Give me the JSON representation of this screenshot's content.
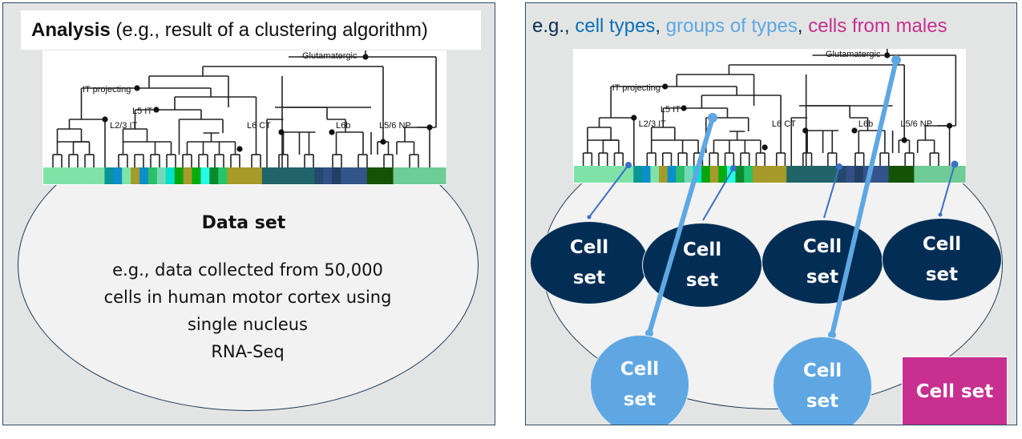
{
  "left_panel": {
    "title_bold": "Analysis",
    "title_rest": " (e.g., result of a clustering algorithm)",
    "dataset_heading": "Data set",
    "dataset_lines": [
      "e.g., data collected from 50,000",
      "cells in human motor cortex using",
      "single nucleus",
      "RNA-Seq"
    ]
  },
  "right_panel": {
    "title_parts": [
      {
        "text": "e.g., ",
        "color": "#0b2d4f"
      },
      {
        "text": "cell types",
        "color": "#0b6fb5"
      },
      {
        "text": ", ",
        "color": "#0b2d4f"
      },
      {
        "text": "groups of types",
        "color": "#5ea7e3"
      },
      {
        "text": ", ",
        "color": "#0b2d4f"
      },
      {
        "text": "cells from males",
        "color": "#c7308f"
      }
    ],
    "cell_sets_dark": [
      "Cell\nset",
      "Cell\nset",
      "Cell\nset",
      "Cell\nset"
    ],
    "cell_sets_light": [
      "Cell\nset",
      "Cell\nset"
    ],
    "cell_set_magenta": "Cell set"
  },
  "dendrogram": {
    "labels": {
      "root": "Glutamatergic",
      "it_projecting": "IT projecting",
      "l5_it": "L5 IT",
      "l23_it": "L2/3 IT",
      "l6_ct": "L6 CT",
      "l6b": "L6b",
      "l56_np": "L5/6 NP"
    },
    "color_strip": [
      "#7fe3a8",
      "#7fe3a8",
      "#7fe3a8",
      "#7fe3a8",
      "#7fe3a8",
      "#7fe3a8",
      "#7fe3a8",
      "#0b9595",
      "#0b8fcc",
      "#7fe3a8",
      "#a59a2a",
      "#0b8fcc",
      "#2cbe6a",
      "#74d8b6",
      "#06dfcc",
      "#08a50d",
      "#a59a2a",
      "#04ad0d",
      "#25fbe7",
      "#0a8a2c",
      "#23c46d",
      "#a69a28",
      "#a69a28",
      "#a69a28",
      "#a69a28",
      "#206469",
      "#206469",
      "#206469",
      "#206469",
      "#206469",
      "#206469",
      "#25496d",
      "#334f87",
      "#233f63",
      "#33548a",
      "#33548a",
      "#33548a",
      "#155205",
      "#155205",
      "#155205",
      "#6fcc96",
      "#6fcc96",
      "#6fcc96",
      "#6fcc96",
      "#6fcc96",
      "#6fcc96"
    ]
  },
  "colors": {
    "panel_bg": "#e3e5e5",
    "panel_border": "#2c4a66",
    "cell_type": "#022d54",
    "group_of_types": "#5ea7e3",
    "males": "#c7308f"
  }
}
